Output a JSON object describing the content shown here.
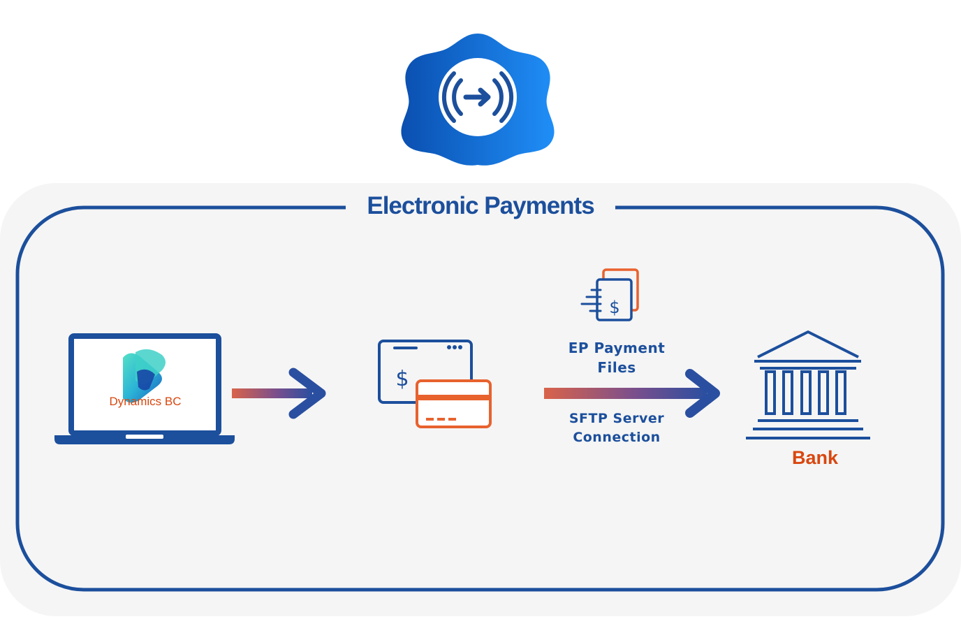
{
  "title": "Electronic Payments",
  "nodes": {
    "dynamics": {
      "label": "Dynamics BC"
    },
    "ep_files": {
      "label_line1": "EP Payment",
      "label_line2": "Files"
    },
    "sftp": {
      "label_line1": "SFTP Server",
      "label_line2": "Connection"
    },
    "bank": {
      "label": "Bank"
    }
  },
  "icons": {
    "logo": "plug-signal-gear-icon",
    "laptop": "laptop-icon",
    "dynamics_logo": "dynamics-logo-icon",
    "payment_window": "payment-window-icon",
    "credit_card": "credit-card-icon",
    "payment_files": "payment-files-icon",
    "bank": "bank-building-icon"
  },
  "colors": {
    "primary_blue": "#1c4f9c",
    "accent_orange": "#e8622e",
    "bank_label": "#d9470f",
    "panel_bg": "#f5f5f5"
  }
}
